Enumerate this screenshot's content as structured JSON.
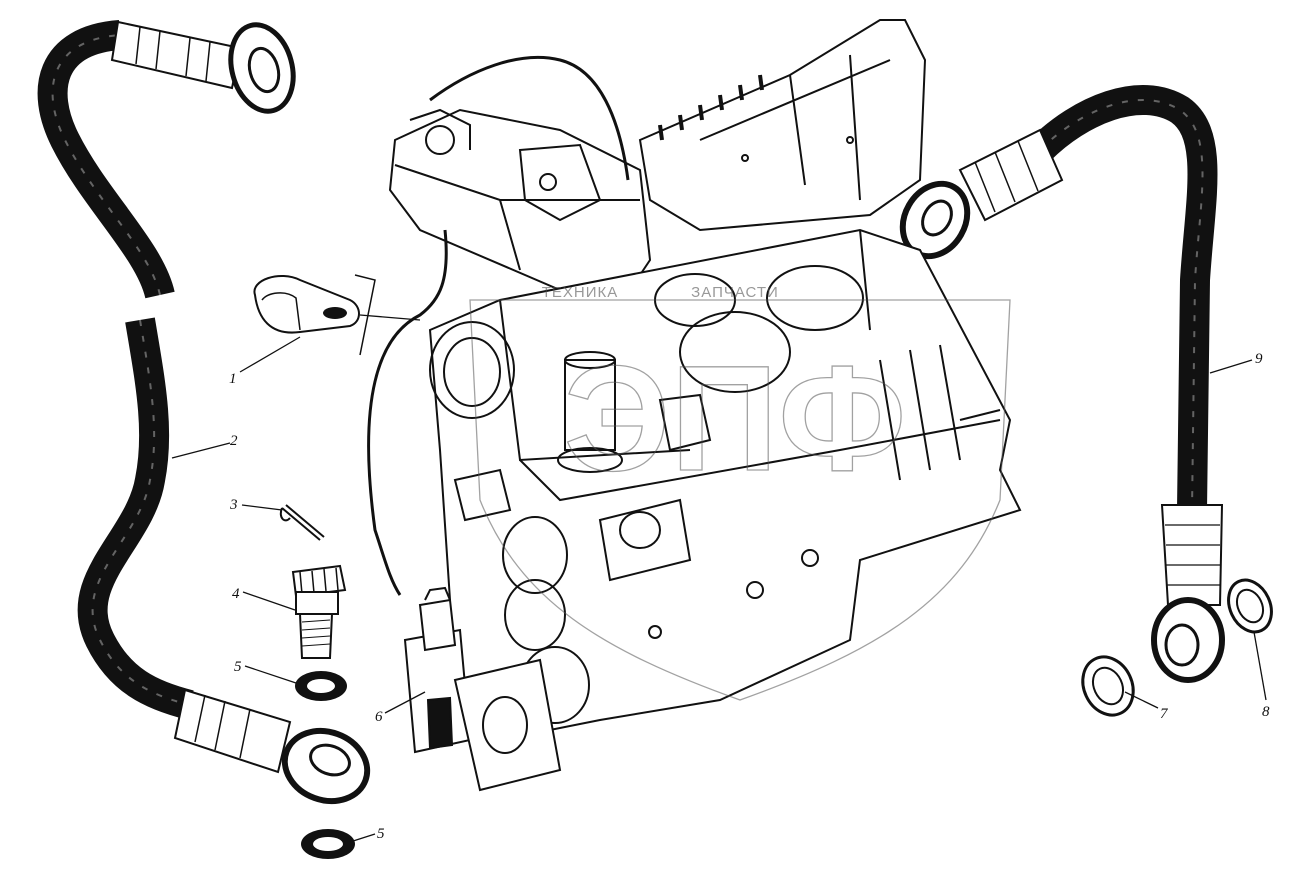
{
  "watermark": {
    "emblem_letters": "ЭПФ",
    "caption_left": "ТЕХНИКА",
    "caption_right": "ЗАПЧАСТИ"
  },
  "callouts": [
    {
      "id": "c1",
      "label": "1"
    },
    {
      "id": "c2",
      "label": "2"
    },
    {
      "id": "c3",
      "label": "3"
    },
    {
      "id": "c4",
      "label": "4"
    },
    {
      "id": "c5a",
      "label": "5"
    },
    {
      "id": "c5b",
      "label": "5"
    },
    {
      "id": "c6",
      "label": "6"
    },
    {
      "id": "c7",
      "label": "7"
    },
    {
      "id": "c8",
      "label": "8"
    },
    {
      "id": "c9",
      "label": "9"
    }
  ]
}
